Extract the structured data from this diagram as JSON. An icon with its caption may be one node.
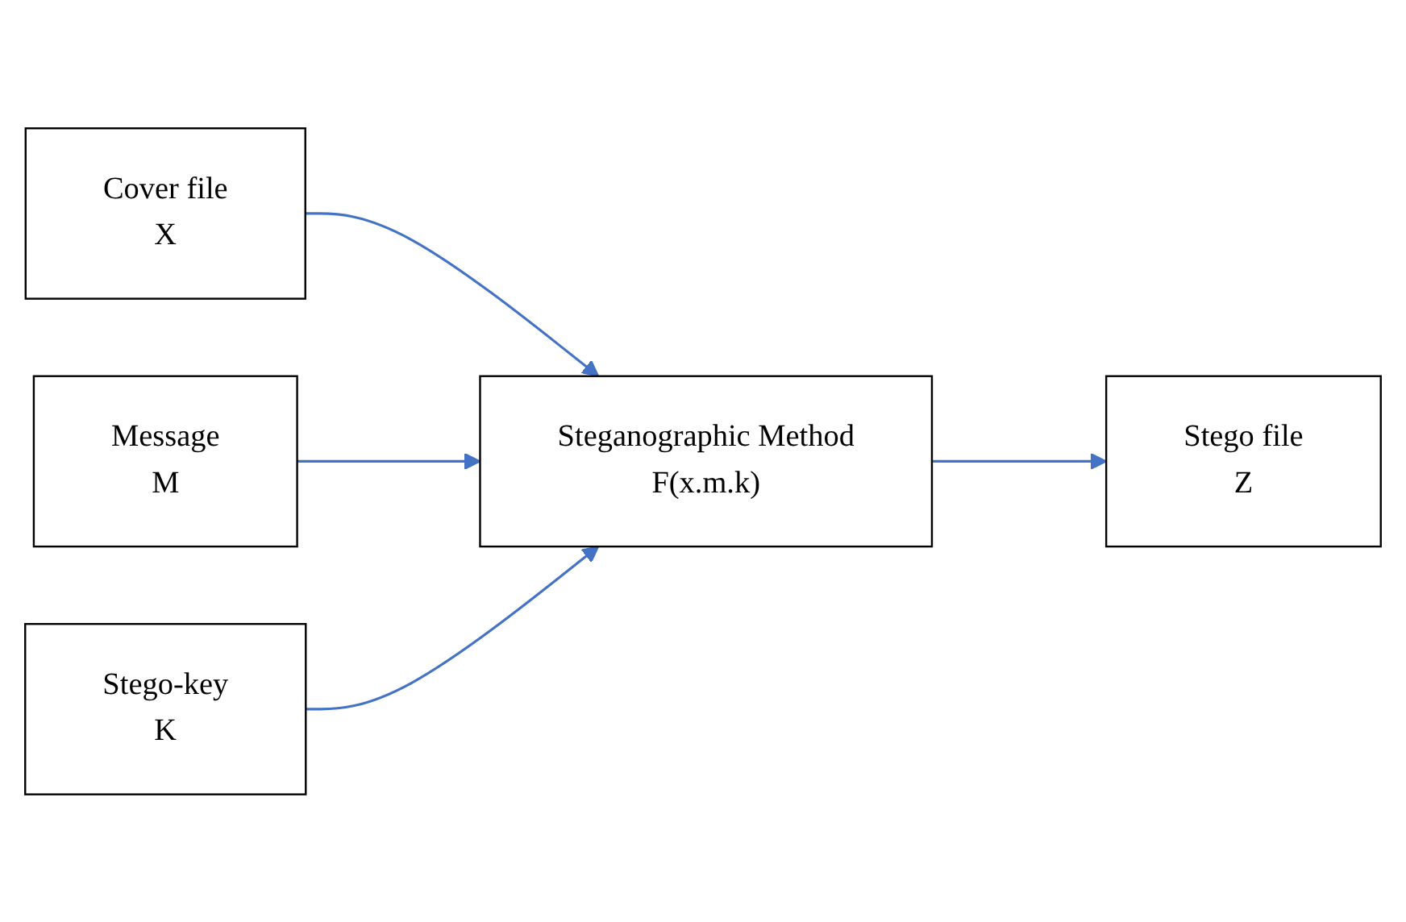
{
  "diagram": {
    "nodes": [
      {
        "text": [
          "Cover file",
          "X"
        ]
      },
      {
        "text": [
          "Message",
          "M"
        ]
      },
      {
        "text": [
          "Stego-key",
          "K"
        ]
      },
      {
        "text": [
          "Steganographic Method",
          "F(x.m.k)"
        ]
      },
      {
        "text": [
          "Stego file",
          "Z"
        ]
      }
    ],
    "edges": [
      {
        "from": 0,
        "to": 3,
        "arrow": "to"
      },
      {
        "from": 1,
        "to": 3,
        "arrow": "to"
      },
      {
        "from": 2,
        "to": 3,
        "arrow": "to"
      },
      {
        "from": 3,
        "to": 4,
        "arrow": "to"
      }
    ]
  }
}
